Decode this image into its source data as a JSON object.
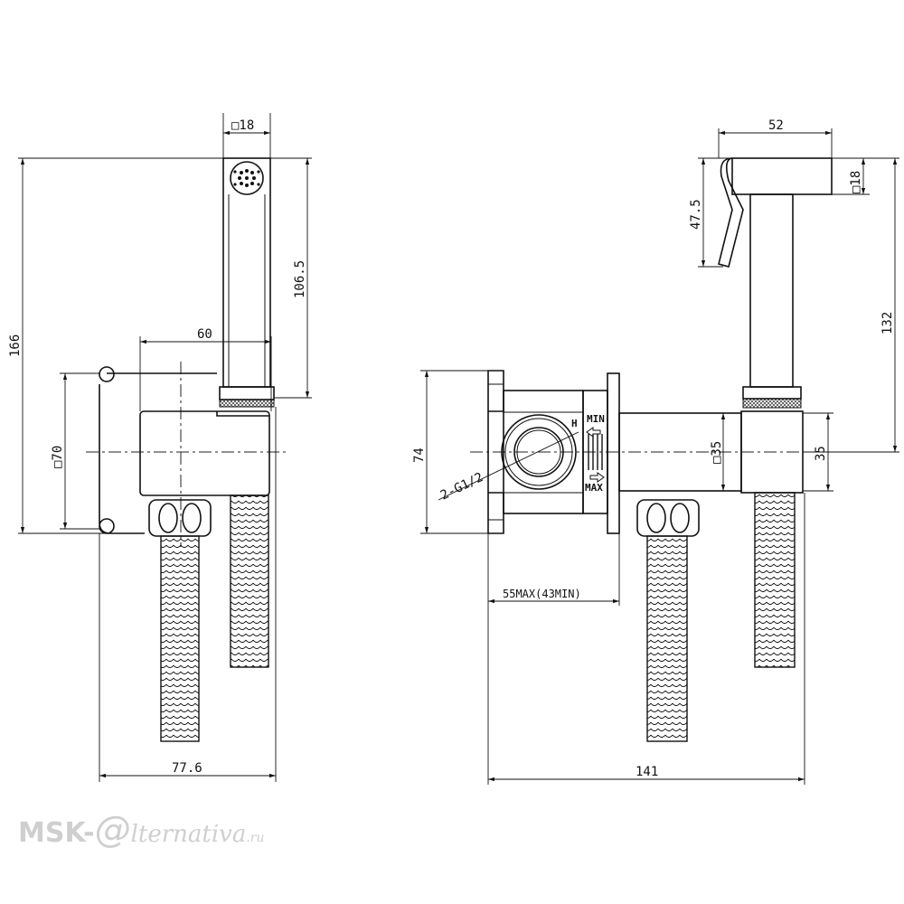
{
  "title": "Hygienic shower set dimension drawing",
  "left_view": {
    "dim_head_square": "□18",
    "dim_shower_length": "106.5",
    "dim_total_height": "166",
    "dim_block_depth": "60",
    "dim_plate_square": "□70",
    "dim_total_depth": "77.6"
  },
  "right_view": {
    "dim_head_length": "52",
    "dim_head_square": "□18",
    "dim_lever": "47.5",
    "dim_height": "132",
    "dim_flange": "74",
    "dim_tube_square": "□35",
    "dim_tube_height": "35",
    "thread_label": "2-G1/2",
    "label_h": "H",
    "label_min": "MIN",
    "label_max": "MAX",
    "dim_install_depth": "55MAX(43MIN)",
    "dim_total_width": "141"
  },
  "watermark": {
    "brand": "MSK-",
    "at": "@",
    "rest": "lternativa",
    "tld": ".ru"
  }
}
